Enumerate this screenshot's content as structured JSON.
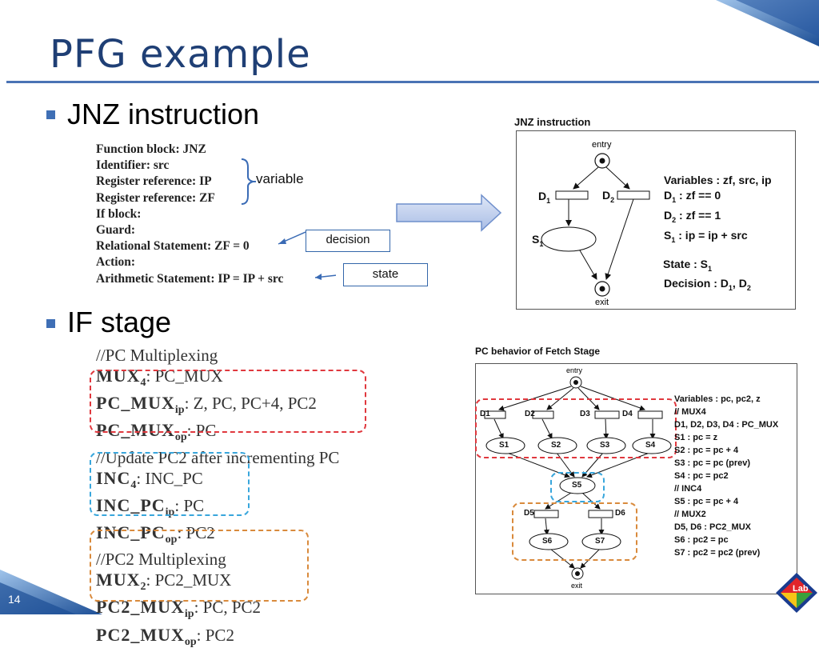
{
  "slide": {
    "title": "PFG example",
    "page_number": "14"
  },
  "section1": {
    "heading": "JNZ instruction",
    "function_block": [
      "Function block: JNZ",
      "Identifier: src",
      "Register reference: IP",
      "Register reference: ZF",
      "If block:",
      "Guard:",
      "Relational Statement: ZF = 0",
      "Action:",
      "Arithmetic Statement: IP = IP + src"
    ],
    "labels": {
      "variable": "variable",
      "decision": "decision",
      "state": "state"
    }
  },
  "section2": {
    "heading": "IF stage",
    "code": {
      "comment1": "//PC Multiplexing",
      "mux4_name": "MUX",
      "mux4_sub": "4",
      "mux4_rest": ": PC_MUX",
      "pcmuxip_name": "PC_MUX",
      "pcmuxip_sub": "ip",
      "pcmuxip_rest": ": Z, PC, PC+4, PC2",
      "pcmuxop_name": "PC_MUX",
      "pcmuxop_sub": "op",
      "pcmuxop_rest": ": PC",
      "comment2": "//Update PC2 after incrementing PC",
      "inc4_name": "INC",
      "inc4_sub": "4",
      "inc4_rest": ": INC_PC",
      "incpcip_name": "INC_PC",
      "incpcip_sub": "ip",
      "incpcip_rest": ": PC",
      "incpcop_name": "INC_PC",
      "incpcop_sub": "op",
      "incpcop_rest": ": PC2",
      "comment3": "//PC2 Multiplexing",
      "mux2_name": "MUX",
      "mux2_sub": "2",
      "mux2_rest": ": PC2_MUX",
      "pc2muxip_name": "PC2_MUX",
      "pc2muxip_sub": "ip",
      "pc2muxip_rest": ": PC, PC2",
      "pc2muxop_name": "PC2_MUX",
      "pc2muxop_sub": "op",
      "pc2muxop_rest": ": PC2"
    }
  },
  "jnz_diagram": {
    "caption": "JNZ instruction",
    "entry": "entry",
    "exit": "exit",
    "d1": "D",
    "d1_sub": "1",
    "d2": "D",
    "d2_sub": "2",
    "s1": "S",
    "s1_sub": "1",
    "vars": "Variables : zf, src, ip",
    "l1a": "D",
    "l1sub": "1",
    "l1b": " : zf == 0",
    "l2a": "D",
    "l2sub": "2",
    "l2b": " : zf == 1",
    "l3a": "S",
    "l3sub": "1",
    "l3b": " : ip = ip + src",
    "state_a": "State : S",
    "state_sub": "1",
    "dec_a": "Decision : D",
    "dec_sub1": "1",
    "dec_mid": ", D",
    "dec_sub2": "2"
  },
  "pc_diagram": {
    "caption": "PC behavior of Fetch Stage",
    "entry": "entry",
    "exit": "exit",
    "lines": [
      "Variables : pc, pc2, z",
      "// MUX4",
      "D1, D2, D3, D4 : PC_MUX",
      "S1 : pc = z",
      "S2 : pc = pc + 4",
      "S3 : pc = pc (prev)",
      "S4 : pc = pc2",
      "// INC4",
      "S5 : pc = pc + 4",
      "// MUX2",
      "D5, D6 : PC2_MUX",
      "S6 : pc2 = pc",
      "S7 : pc2 = pc2 (prev)"
    ],
    "nodes": {
      "d1": "D1",
      "d2": "D2",
      "d3": "D3",
      "d4": "D4",
      "d5": "D5",
      "d6": "D6",
      "s1": "S1",
      "s2": "S2",
      "s3": "S3",
      "s4": "S4",
      "s5": "S5",
      "s6": "S6",
      "s7": "S7"
    }
  },
  "logo": {
    "text": "Lab"
  }
}
